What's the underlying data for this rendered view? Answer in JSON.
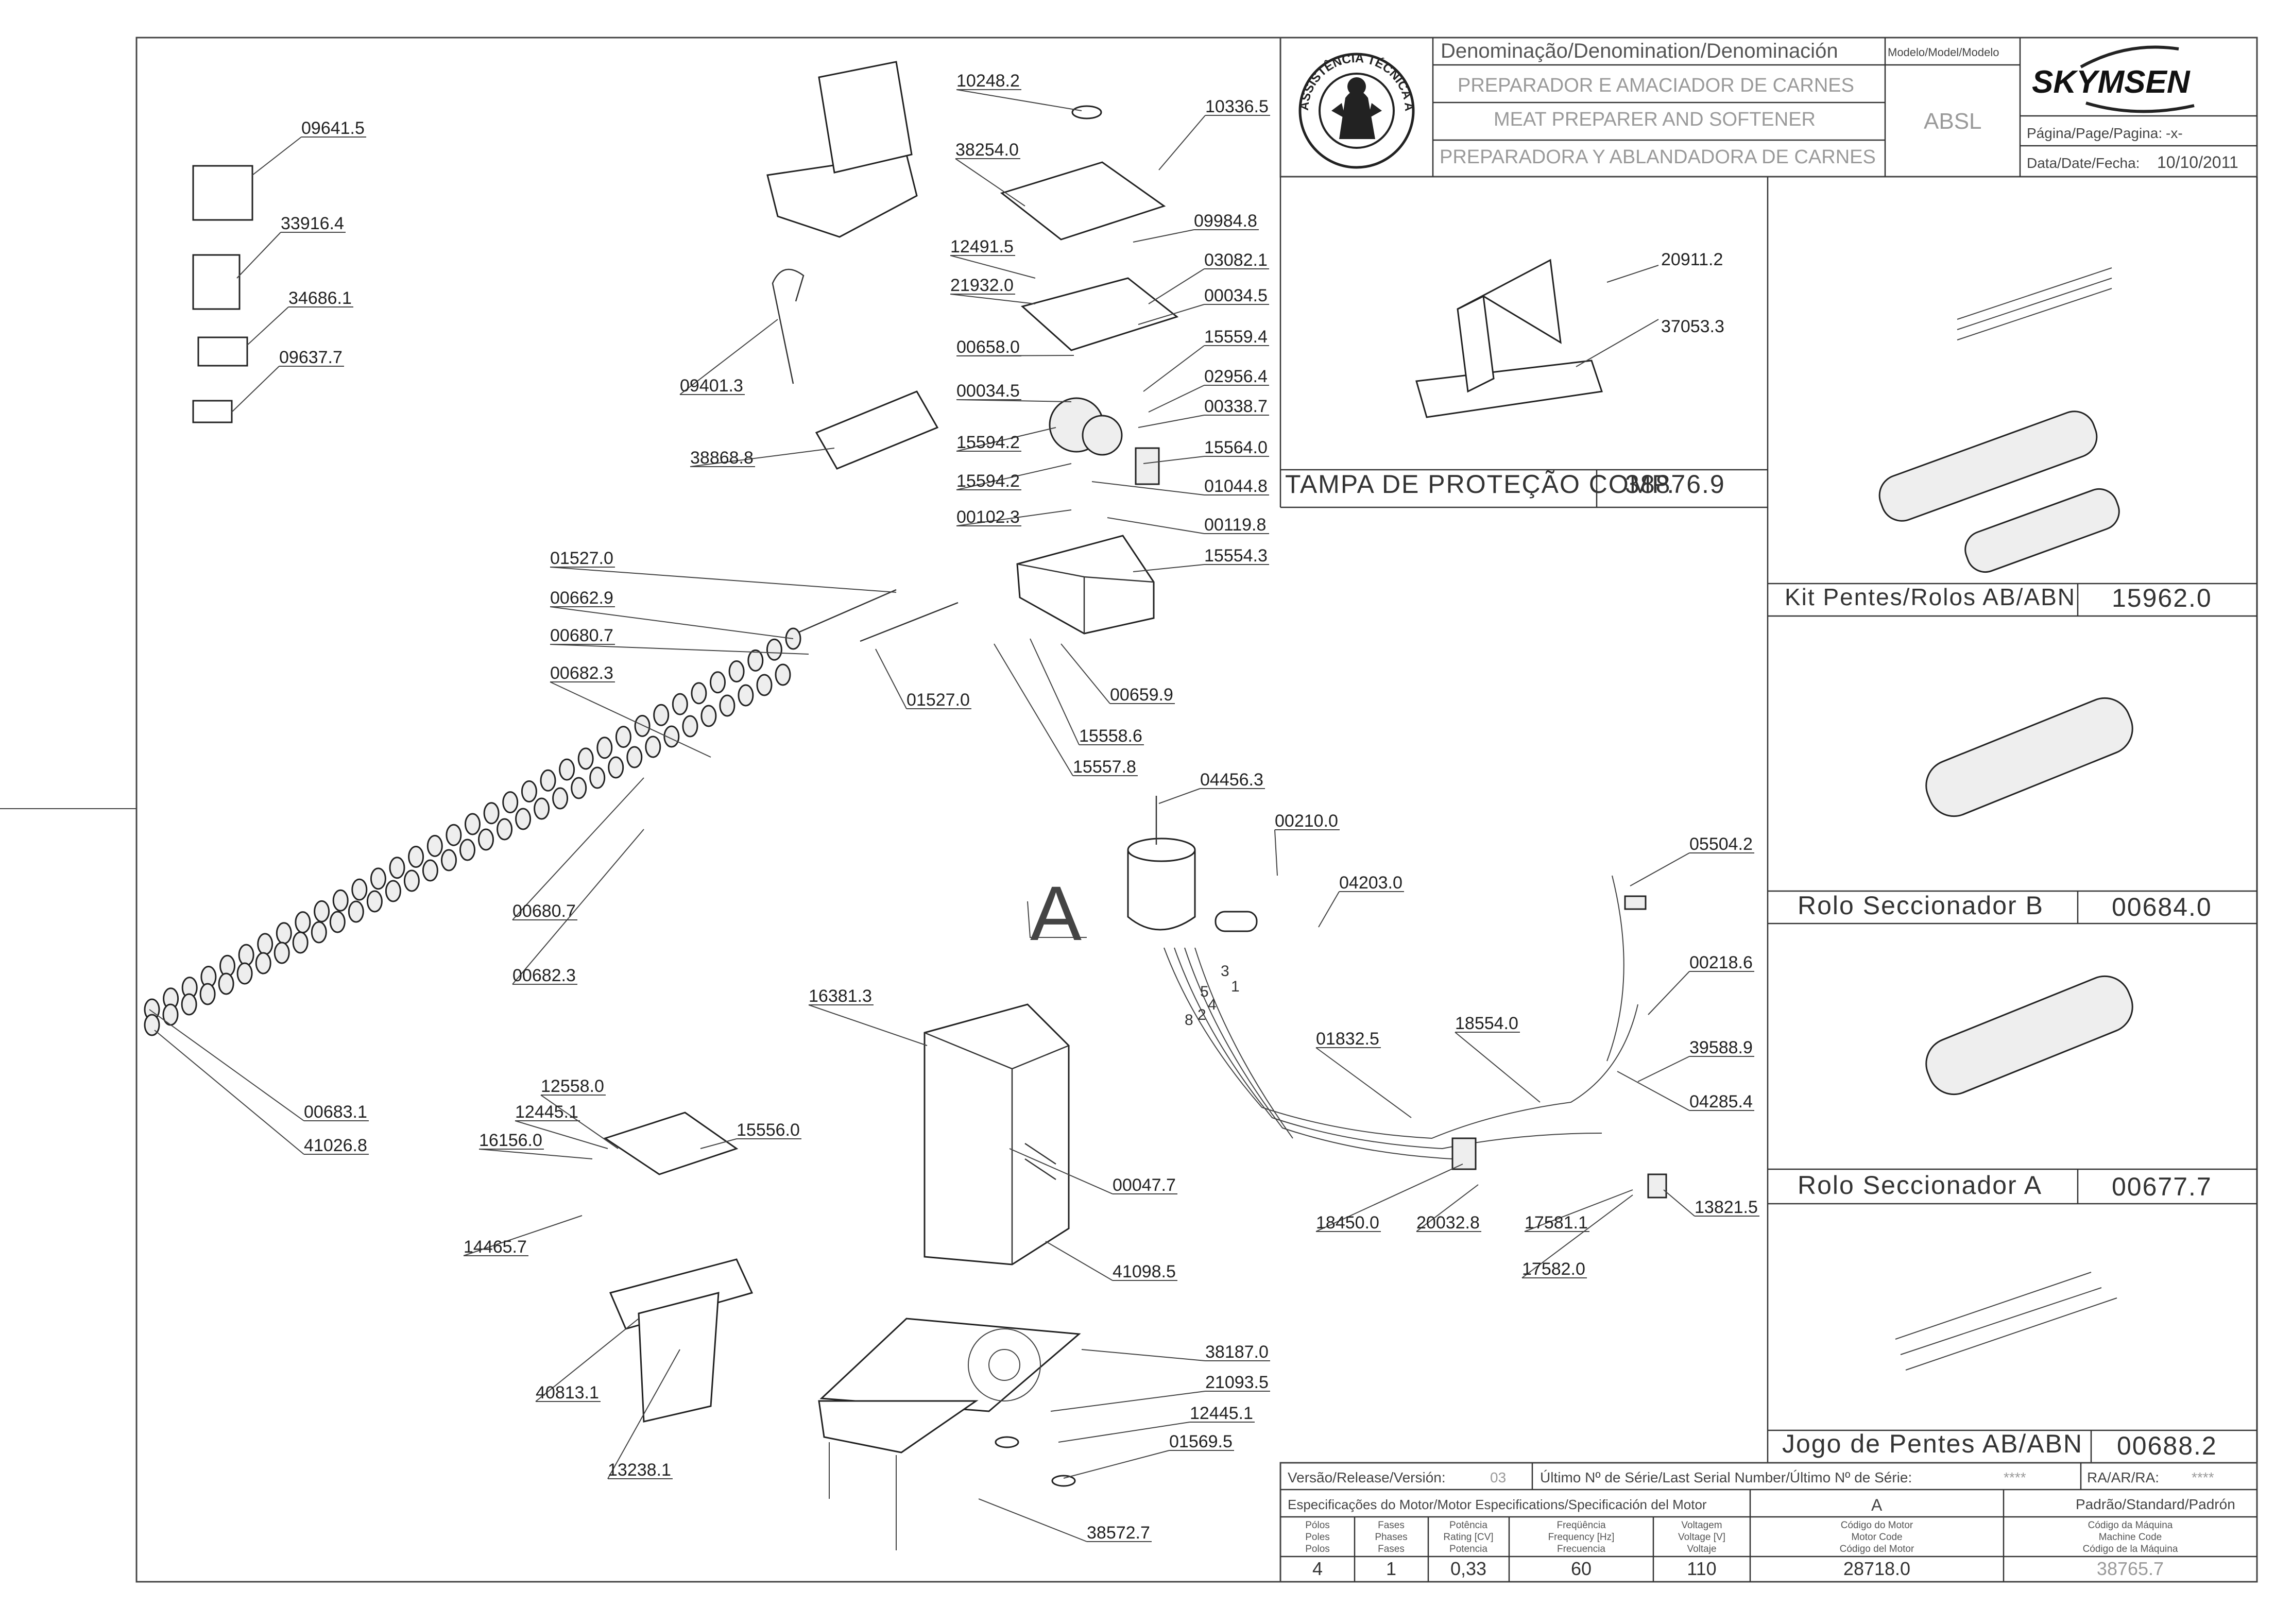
{
  "brand": "SKYMSEN",
  "stamp_text": "ASSISTÊNCIA TÉCNICA AUTORIZADA",
  "title_block": {
    "denomination_label": "Denominação/Denomination/Denominación",
    "model_label": "Modelo/Model/Modelo",
    "names": [
      "PREPARADOR E AMACIADOR DE CARNES",
      "MEAT PREPARER AND SOFTENER",
      "PREPARADORA Y ABLANDADORA DE CARNES"
    ],
    "model": "ABSL",
    "page_label": "Página/Page/Pagina:",
    "page_value": "-x-",
    "date_label": "Data/Date/Fecha:",
    "date_value": "10/10/2011"
  },
  "kits": [
    {
      "label": "TAMPA DE PROTEÇÃO COMP.",
      "code": "38876.9"
    },
    {
      "label": "Kit Pentes/Rolos AB/ABN",
      "code": "15962.0"
    },
    {
      "label": "Rolo Seccionador B",
      "code": "00684.0"
    },
    {
      "label": "Rolo Seccionador A",
      "code": "00677.7"
    },
    {
      "label": "Jogo de Pentes AB/ABN",
      "code": "00688.2"
    }
  ],
  "cover_parts": [
    "20911.2",
    "37053.3"
  ],
  "callout_A": "A",
  "wire_numbers": [
    "3",
    "1",
    "5",
    "4",
    "2",
    "8"
  ],
  "parts": [
    "09641.5",
    "33916.4",
    "34686.1",
    "09637.7",
    "09401.3",
    "38868.8",
    "10248.2",
    "10336.5",
    "38254.0",
    "09984.8",
    "12491.5",
    "21932.0",
    "03082.1",
    "00034.5",
    "00658.0",
    "15559.4",
    "00034.5",
    "02956.4",
    "00338.7",
    "15594.2",
    "15564.0",
    "15594.2",
    "01044.8",
    "00102.3",
    "00119.8",
    "15554.3",
    "01527.0",
    "00662.9",
    "00680.7",
    "00682.3",
    "01527.0",
    "00659.9",
    "15558.6",
    "15557.8",
    "00680.7",
    "00682.3",
    "00683.1",
    "41026.8",
    "04456.3",
    "00210.0",
    "04203.0",
    "05504.2",
    "00218.6",
    "39588.9",
    "04285.4",
    "18554.0",
    "01832.5",
    "18450.0",
    "20032.8",
    "17581.1",
    "13821.5",
    "17582.0",
    "16381.3",
    "00047.7",
    "41098.5",
    "12558.0",
    "12445.1",
    "16156.0",
    "15556.0",
    "14465.7",
    "40813.1",
    "13238.1",
    "38187.0",
    "21093.5",
    "12445.1",
    "01569.5",
    "38572.7"
  ],
  "footer": {
    "version_label": "Versão/Release/Versión:",
    "version_value": "03",
    "serial_label": "Último Nº de Série/Last Serial Number/Último Nº de Série:",
    "serial_value": "****",
    "ra_label": "RA/AR/RA:",
    "ra_value": "****",
    "motor_spec_label": "Especificações do Motor/Motor Especifications/Specificación del Motor",
    "variant": "A",
    "standard_label": "Padrão/Standard/Padrón",
    "col_headers": [
      [
        "Pólos",
        "Poles",
        "Polos"
      ],
      [
        "Fases",
        "Phases",
        "Fases"
      ],
      [
        "Potência",
        "Rating [CV]",
        "Potencia"
      ],
      [
        "Freqüência",
        "Frequency [Hz]",
        "Frecuencia"
      ],
      [
        "Voltagem",
        "Voltage [V]",
        "Voltaje"
      ],
      [
        "Código do Motor",
        "Motor Code",
        "Código del Motor"
      ],
      [
        "Código da Máquina",
        "Machine Code",
        "Código de la Máquina"
      ]
    ],
    "values": [
      "4",
      "1",
      "0,33",
      "60",
      "110",
      "28718.0",
      "38765.7"
    ]
  }
}
